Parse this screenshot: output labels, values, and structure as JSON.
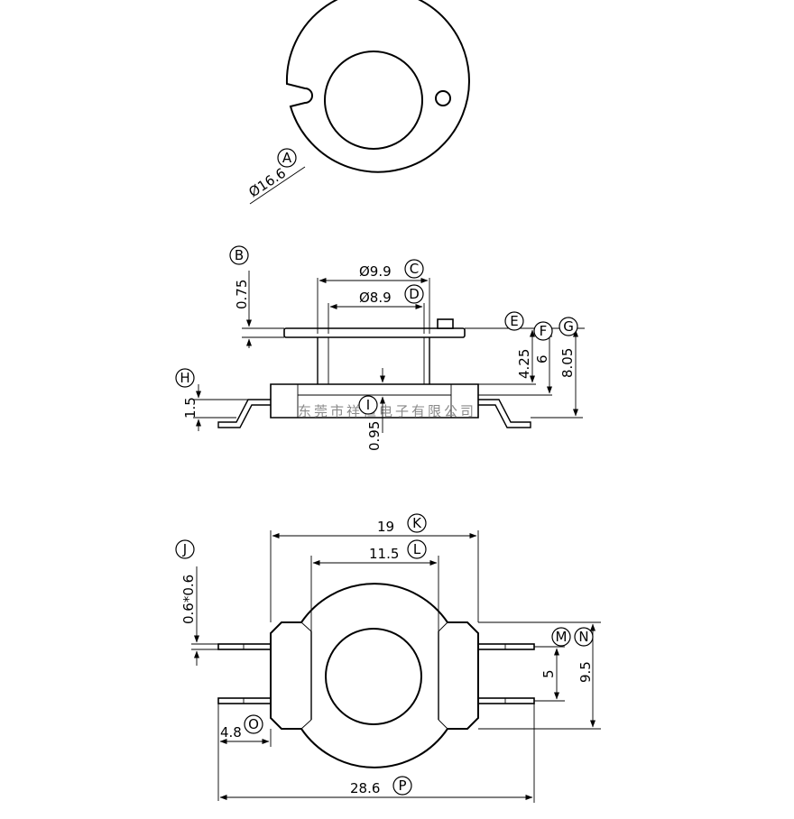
{
  "views": {
    "top": {
      "dim_a": {
        "value": "Ø16.6",
        "tag": "A"
      }
    },
    "side": {
      "dim_b": {
        "value": "0.75",
        "tag": "B"
      },
      "dim_c": {
        "value": "Ø9.9",
        "tag": "C"
      },
      "dim_d": {
        "value": "Ø8.9",
        "tag": "D"
      },
      "tag_e": "E",
      "dim_f": {
        "value": "6",
        "tag": "F"
      },
      "dim_g": {
        "value": "8.05",
        "tag": "G"
      },
      "dim_e": {
        "value": "4.25"
      },
      "dim_h": {
        "value": "1.5",
        "tag": "H"
      },
      "dim_i": {
        "value": "0.95",
        "tag": "I"
      },
      "watermark": "东莞市祥恒电子有限公司"
    },
    "bottom": {
      "dim_j": {
        "value": "0.6*0.6",
        "tag": "J"
      },
      "dim_k": {
        "value": "19",
        "tag": "K"
      },
      "dim_l": {
        "value": "11.5",
        "tag": "L"
      },
      "dim_m": {
        "value": "5",
        "tag": "M"
      },
      "dim_n": {
        "value": "9.5",
        "tag": "N"
      },
      "dim_o": {
        "value": "4.8",
        "tag": "O"
      },
      "dim_p": {
        "value": "28.6",
        "tag": "P"
      }
    }
  }
}
